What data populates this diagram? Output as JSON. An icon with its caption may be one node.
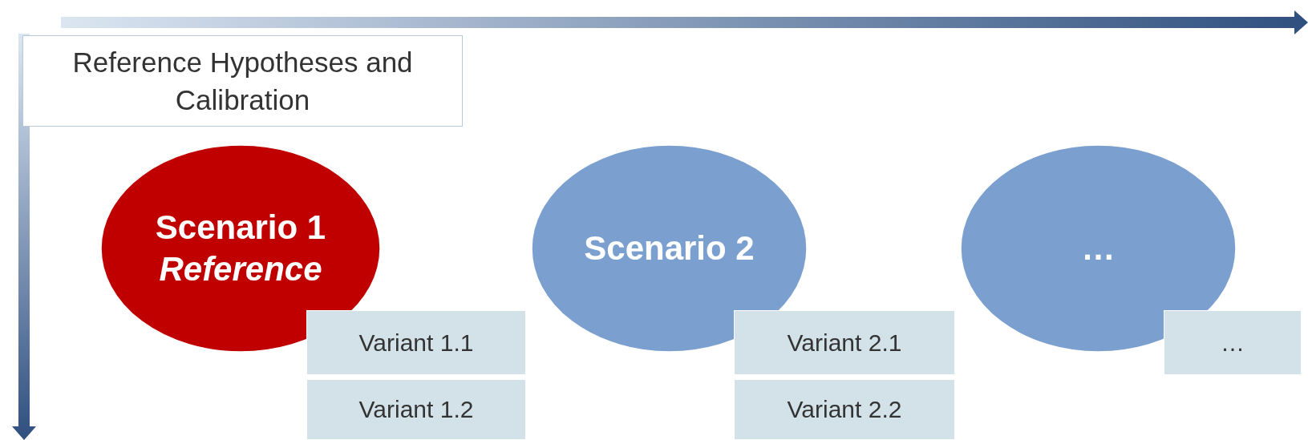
{
  "diagram": {
    "nodes": [
      {
        "text": [
          "Reference Hypotheses and Calibration"
        ]
      },
      {
        "text": [
          "Scenario 1",
          "Reference"
        ]
      },
      {
        "text": [
          "Scenario 2"
        ]
      },
      {
        "text": [
          "…"
        ]
      },
      {
        "text": [
          "Variant 1.1"
        ]
      },
      {
        "text": [
          "Variant 1.2"
        ]
      },
      {
        "text": [
          "Variant 2.1"
        ]
      },
      {
        "text": [
          "Variant 2.2"
        ]
      },
      {
        "text": [
          "…"
        ]
      }
    ]
  }
}
